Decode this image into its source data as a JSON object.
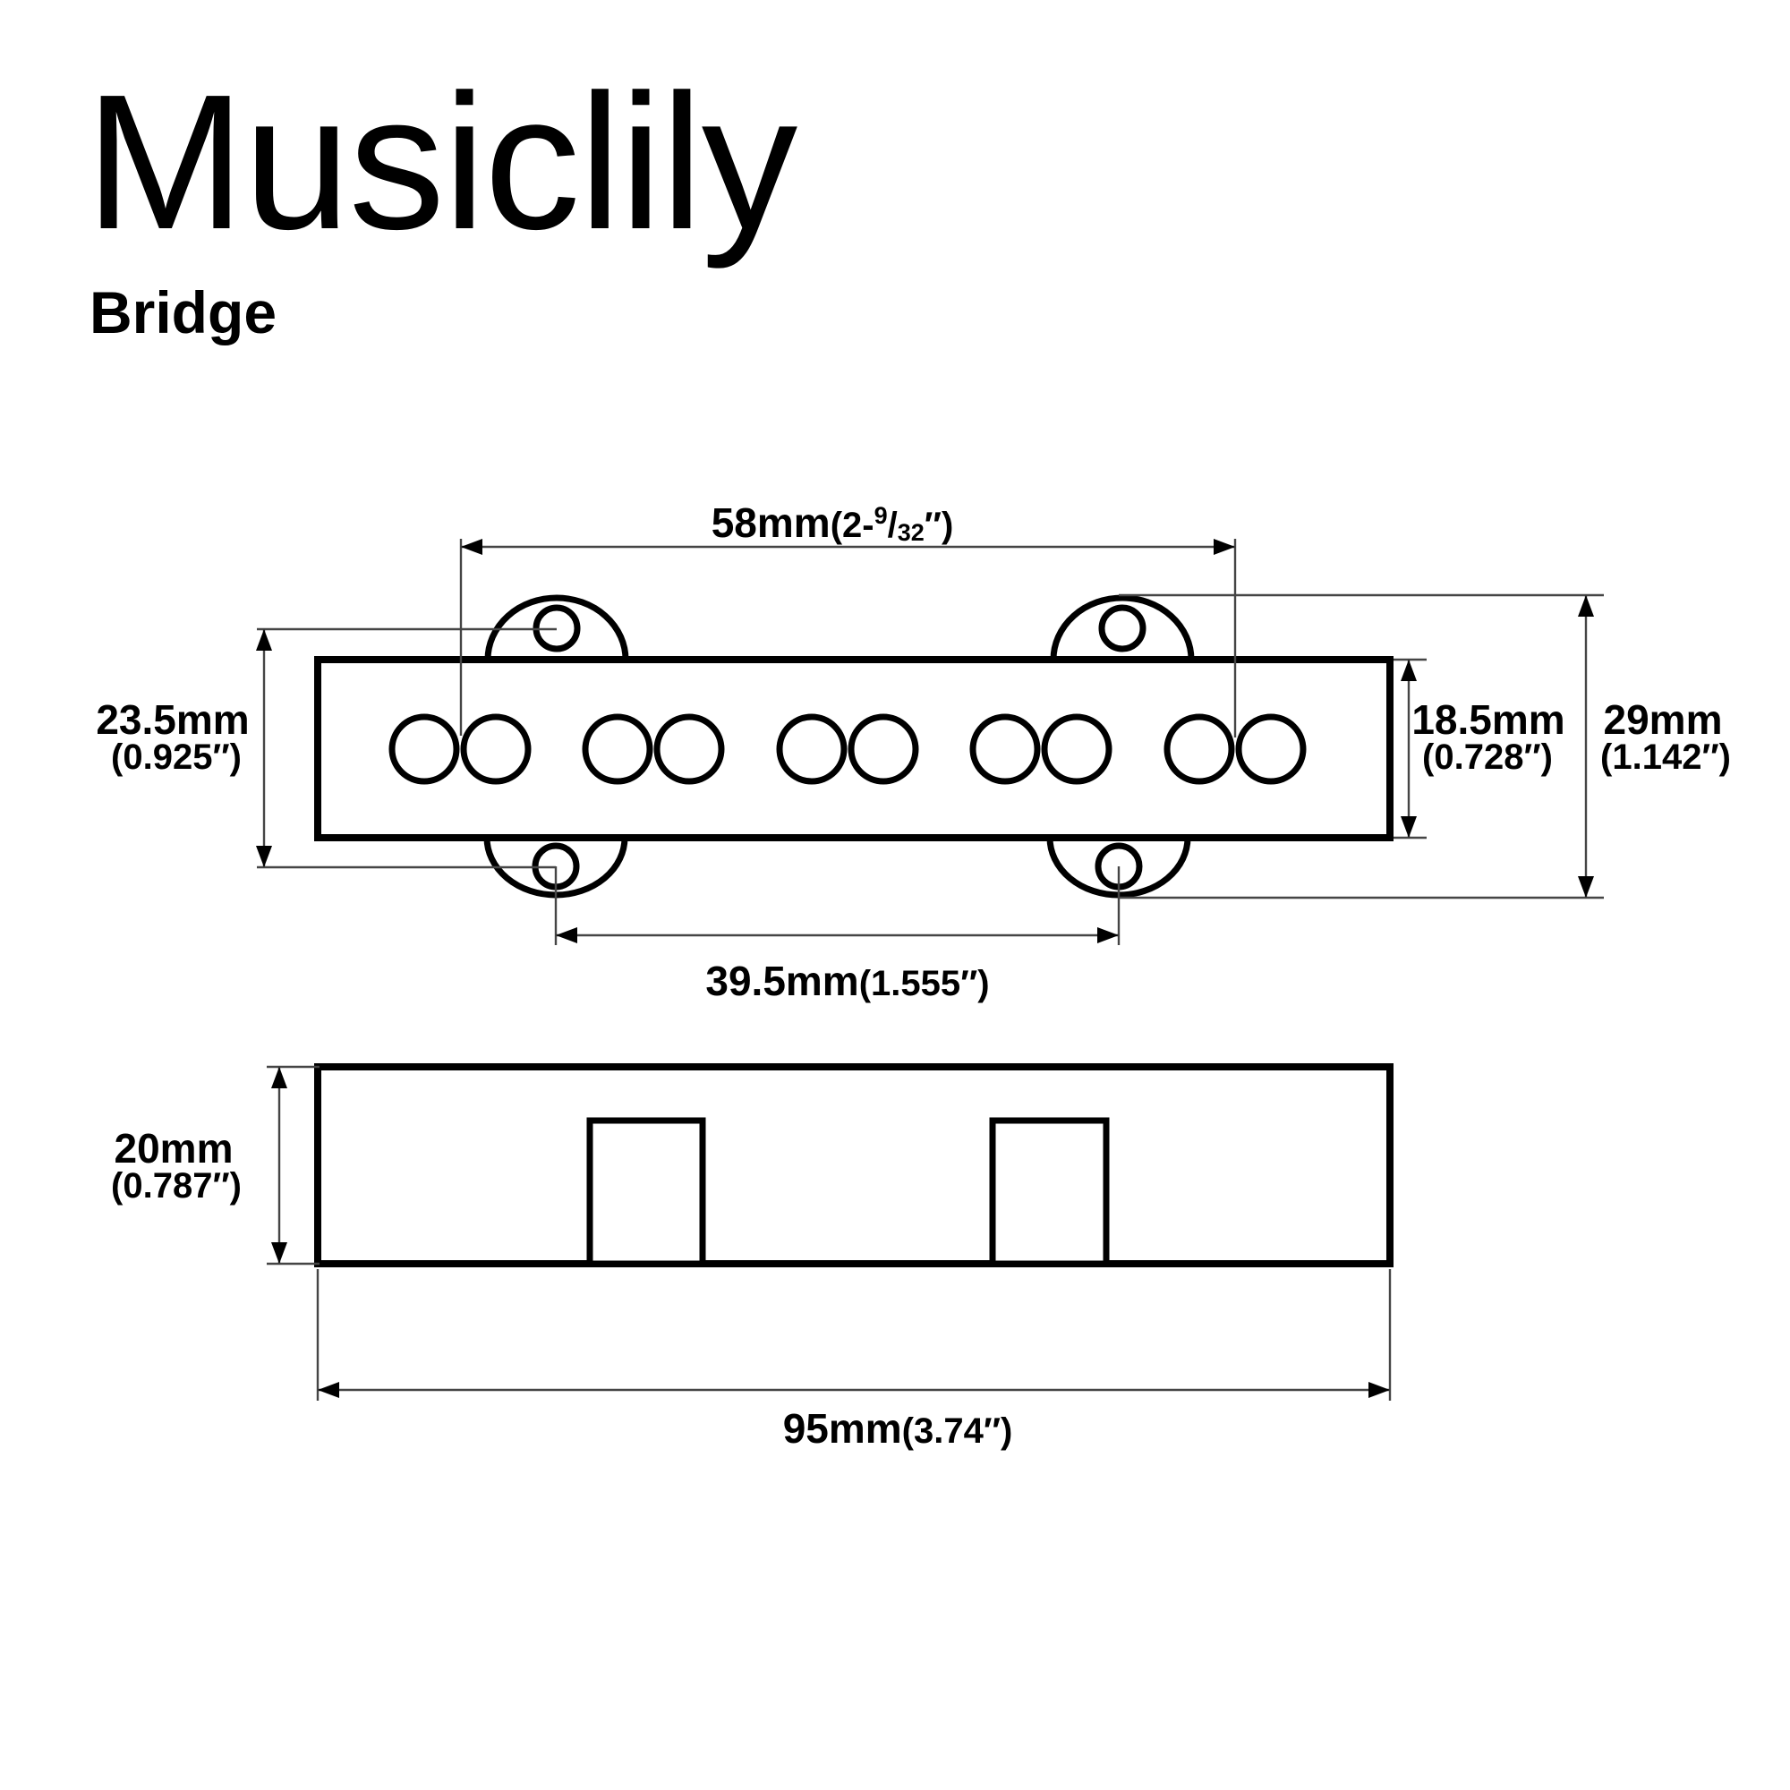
{
  "title": "Musiclily",
  "subtitle": "Bridge",
  "colors": {
    "background": "#ffffff",
    "ink": "#000000",
    "dim_line": "#454545"
  },
  "top_view": {
    "description": "pickup top view with 10 pole pieces and 4 mounting ears",
    "pole_count": 10,
    "mounting_hole_count": 4,
    "dim_58": {
      "value": "58mm",
      "paren_open": "(2-",
      "frac_num": "9",
      "frac_slash": "/",
      "frac_den": "32",
      "paren_close": "″)"
    },
    "dim_23_5": {
      "value": "23.5mm",
      "inches": "(0.925″)"
    },
    "dim_18_5": {
      "value": "18.5mm",
      "inches": "(0.728″)"
    },
    "dim_29": {
      "value": "29mm",
      "inches": "(1.142″)"
    },
    "dim_39_5": {
      "value": "39.5mm",
      "inches": "(1.555″)"
    }
  },
  "side_view": {
    "description": "pickup side view with two mounting tabs",
    "tab_count": 2,
    "dim_20": {
      "value": "20mm",
      "inches": "(0.787″)"
    },
    "dim_95": {
      "value": "95mm",
      "inches": "(3.74″)"
    }
  }
}
